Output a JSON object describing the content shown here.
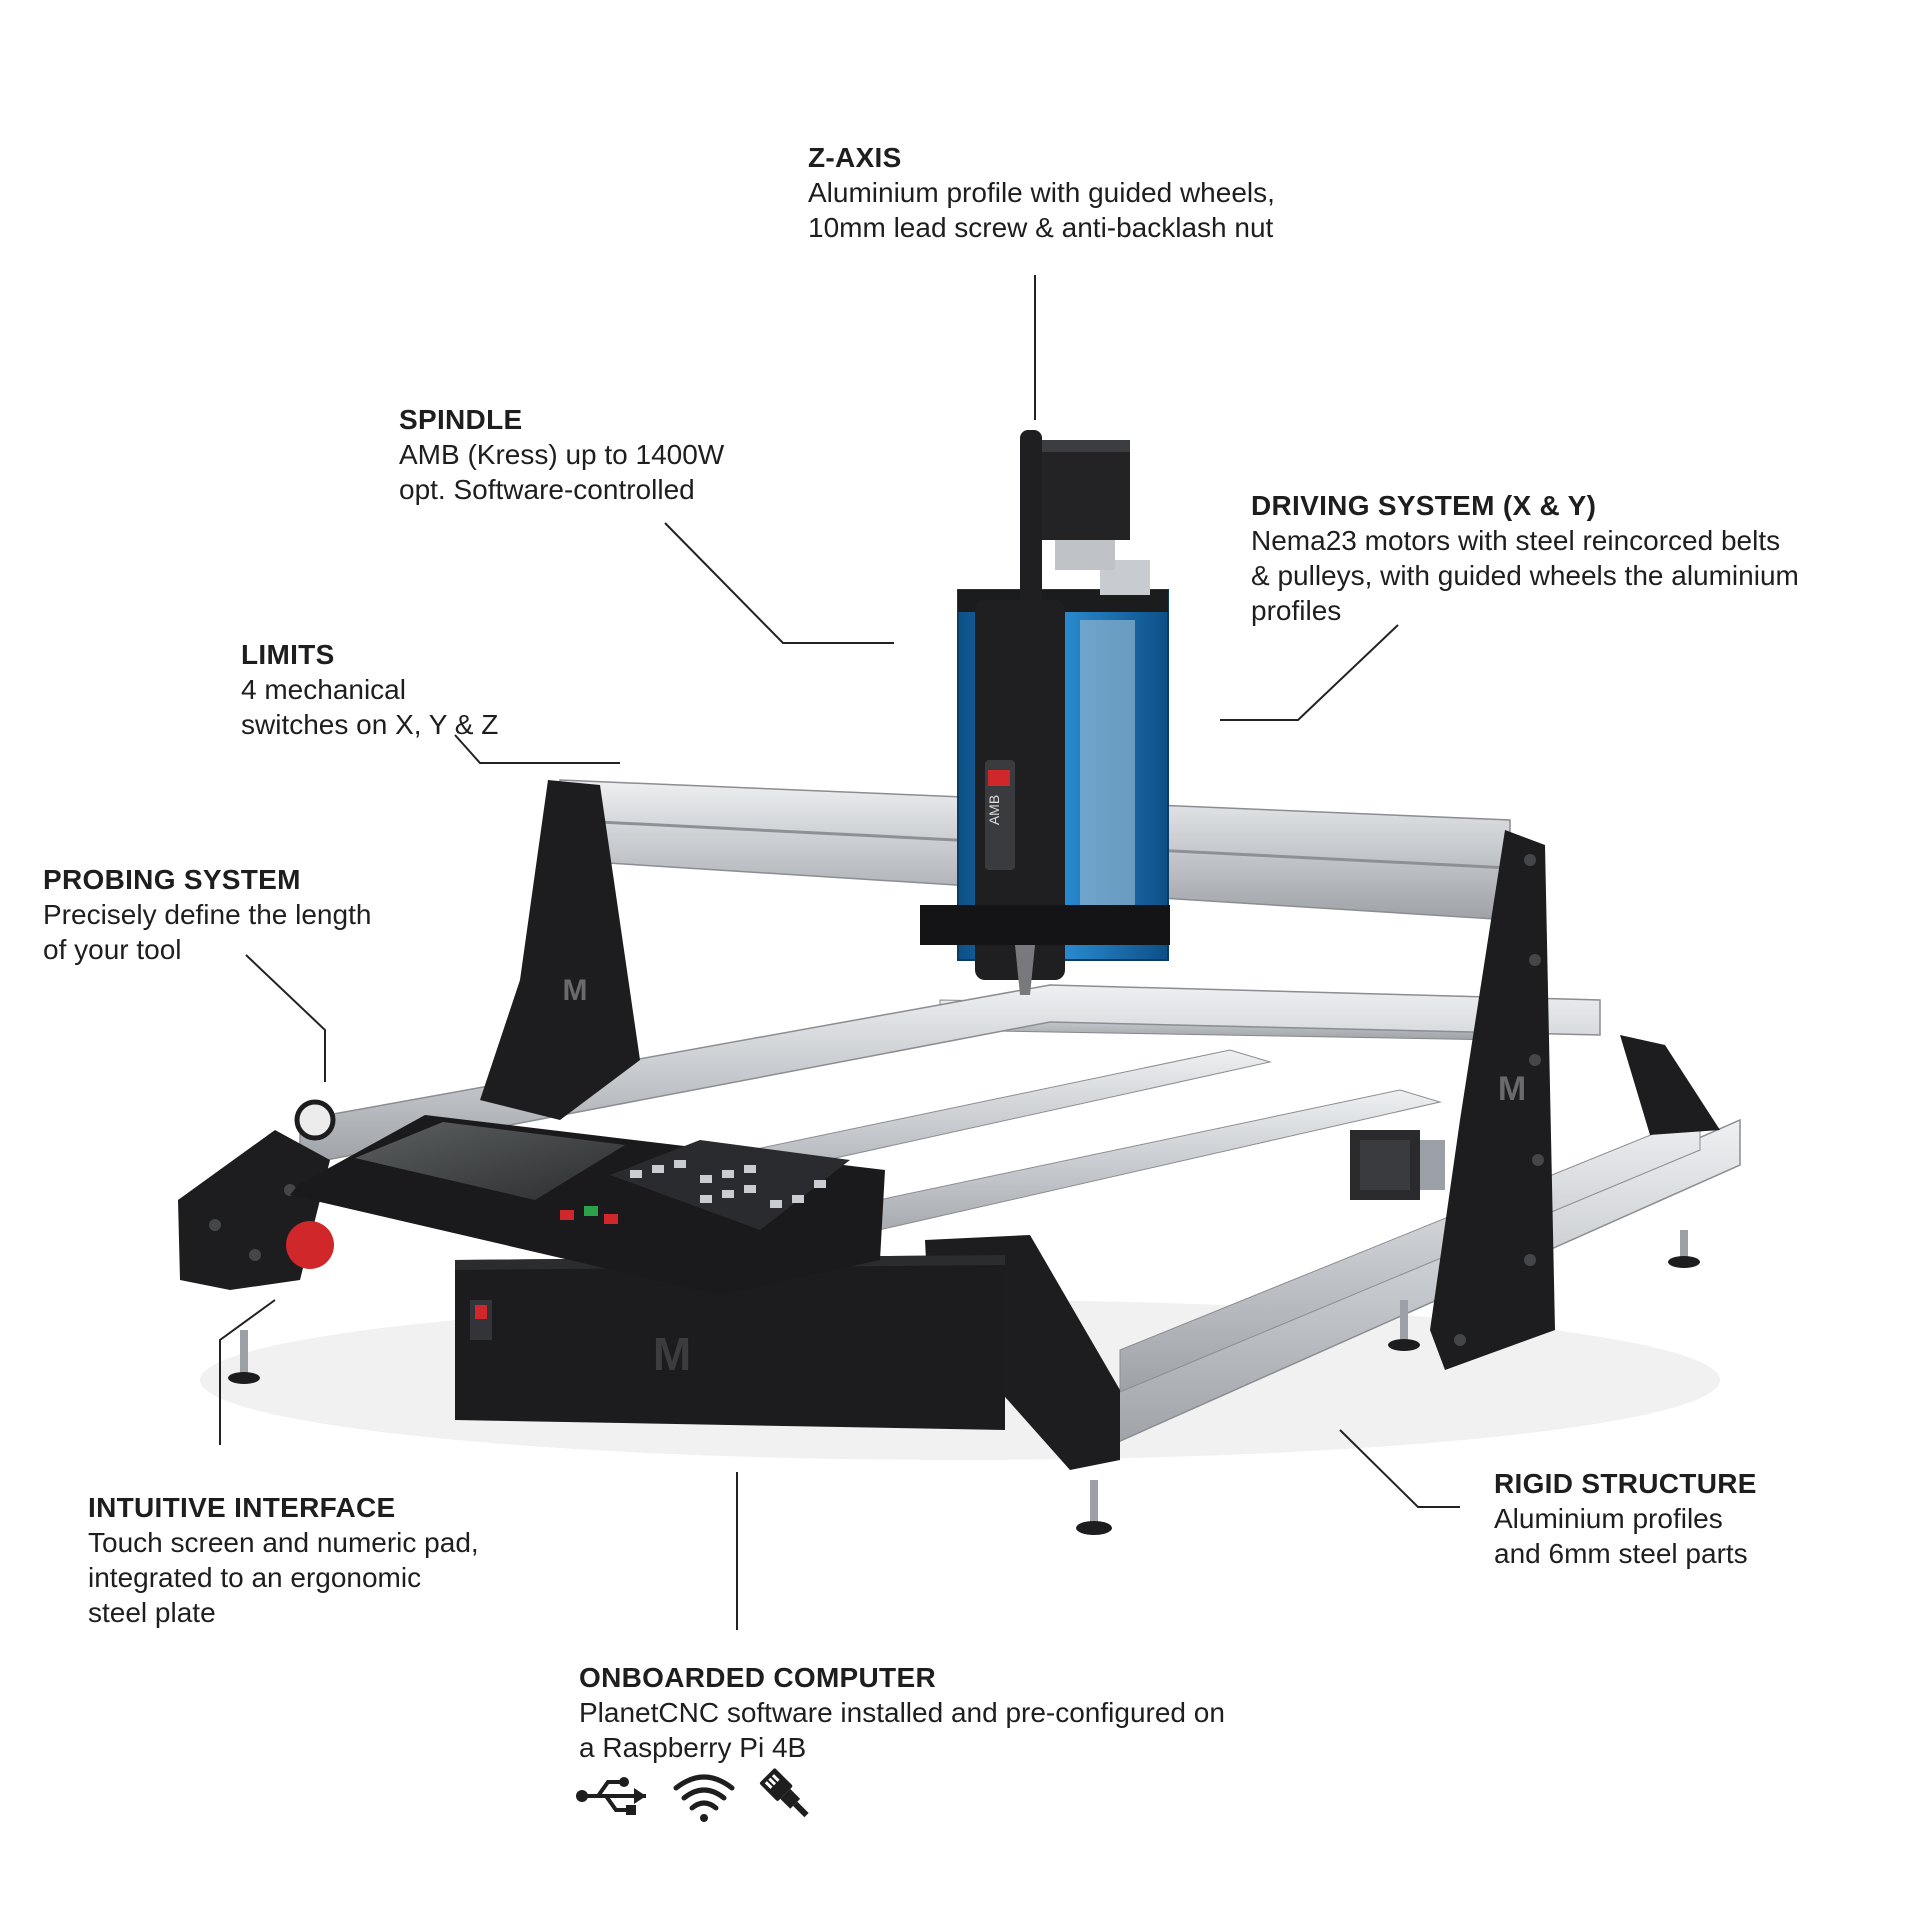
{
  "callouts": {
    "z_axis": {
      "title": "Z-AXIS",
      "lines": [
        "Aluminium profile with guided wheels,",
        "10mm lead screw & anti-backlash nut"
      ]
    },
    "spindle": {
      "title": "SPINDLE",
      "lines": [
        "AMB (Kress) up to 1400W",
        "opt. Software-controlled"
      ]
    },
    "driving": {
      "title": "DRIVING SYSTEM (X & Y)",
      "lines": [
        "Nema23 motors with steel reincorced belts",
        "& pulleys, with guided wheels the aluminium",
        "profiles"
      ]
    },
    "limits": {
      "title": "LIMITS",
      "lines": [
        "4 mechanical",
        "switches on X, Y & Z"
      ]
    },
    "probing": {
      "title": "PROBING SYSTEM",
      "lines": [
        "Precisely define the length",
        "of your tool"
      ]
    },
    "interface": {
      "title": "INTUITIVE INTERFACE",
      "lines": [
        "Touch screen and numeric pad,",
        "integrated to an ergonomic",
        "steel plate"
      ]
    },
    "computer": {
      "title": "ONBOARDED COMPUTER",
      "lines": [
        "PlanetCNC software installed and pre-configured on",
        "a Raspberry Pi 4B"
      ]
    },
    "structure": {
      "title": "RIGID STRUCTURE",
      "lines": [
        "Aluminium profiles",
        "and 6mm steel parts"
      ]
    }
  },
  "machine": {
    "logo": "M",
    "spindle_brand": "AMB"
  },
  "icons": [
    "usb-icon",
    "wifi-icon",
    "ethernet-icon"
  ],
  "colors": {
    "text": "#1e1e1e",
    "aluminium": "#c9ccd0",
    "steel_black": "#1d1d1f",
    "spindle_blue": "#1f6fb2",
    "estop_red": "#d0272a"
  }
}
